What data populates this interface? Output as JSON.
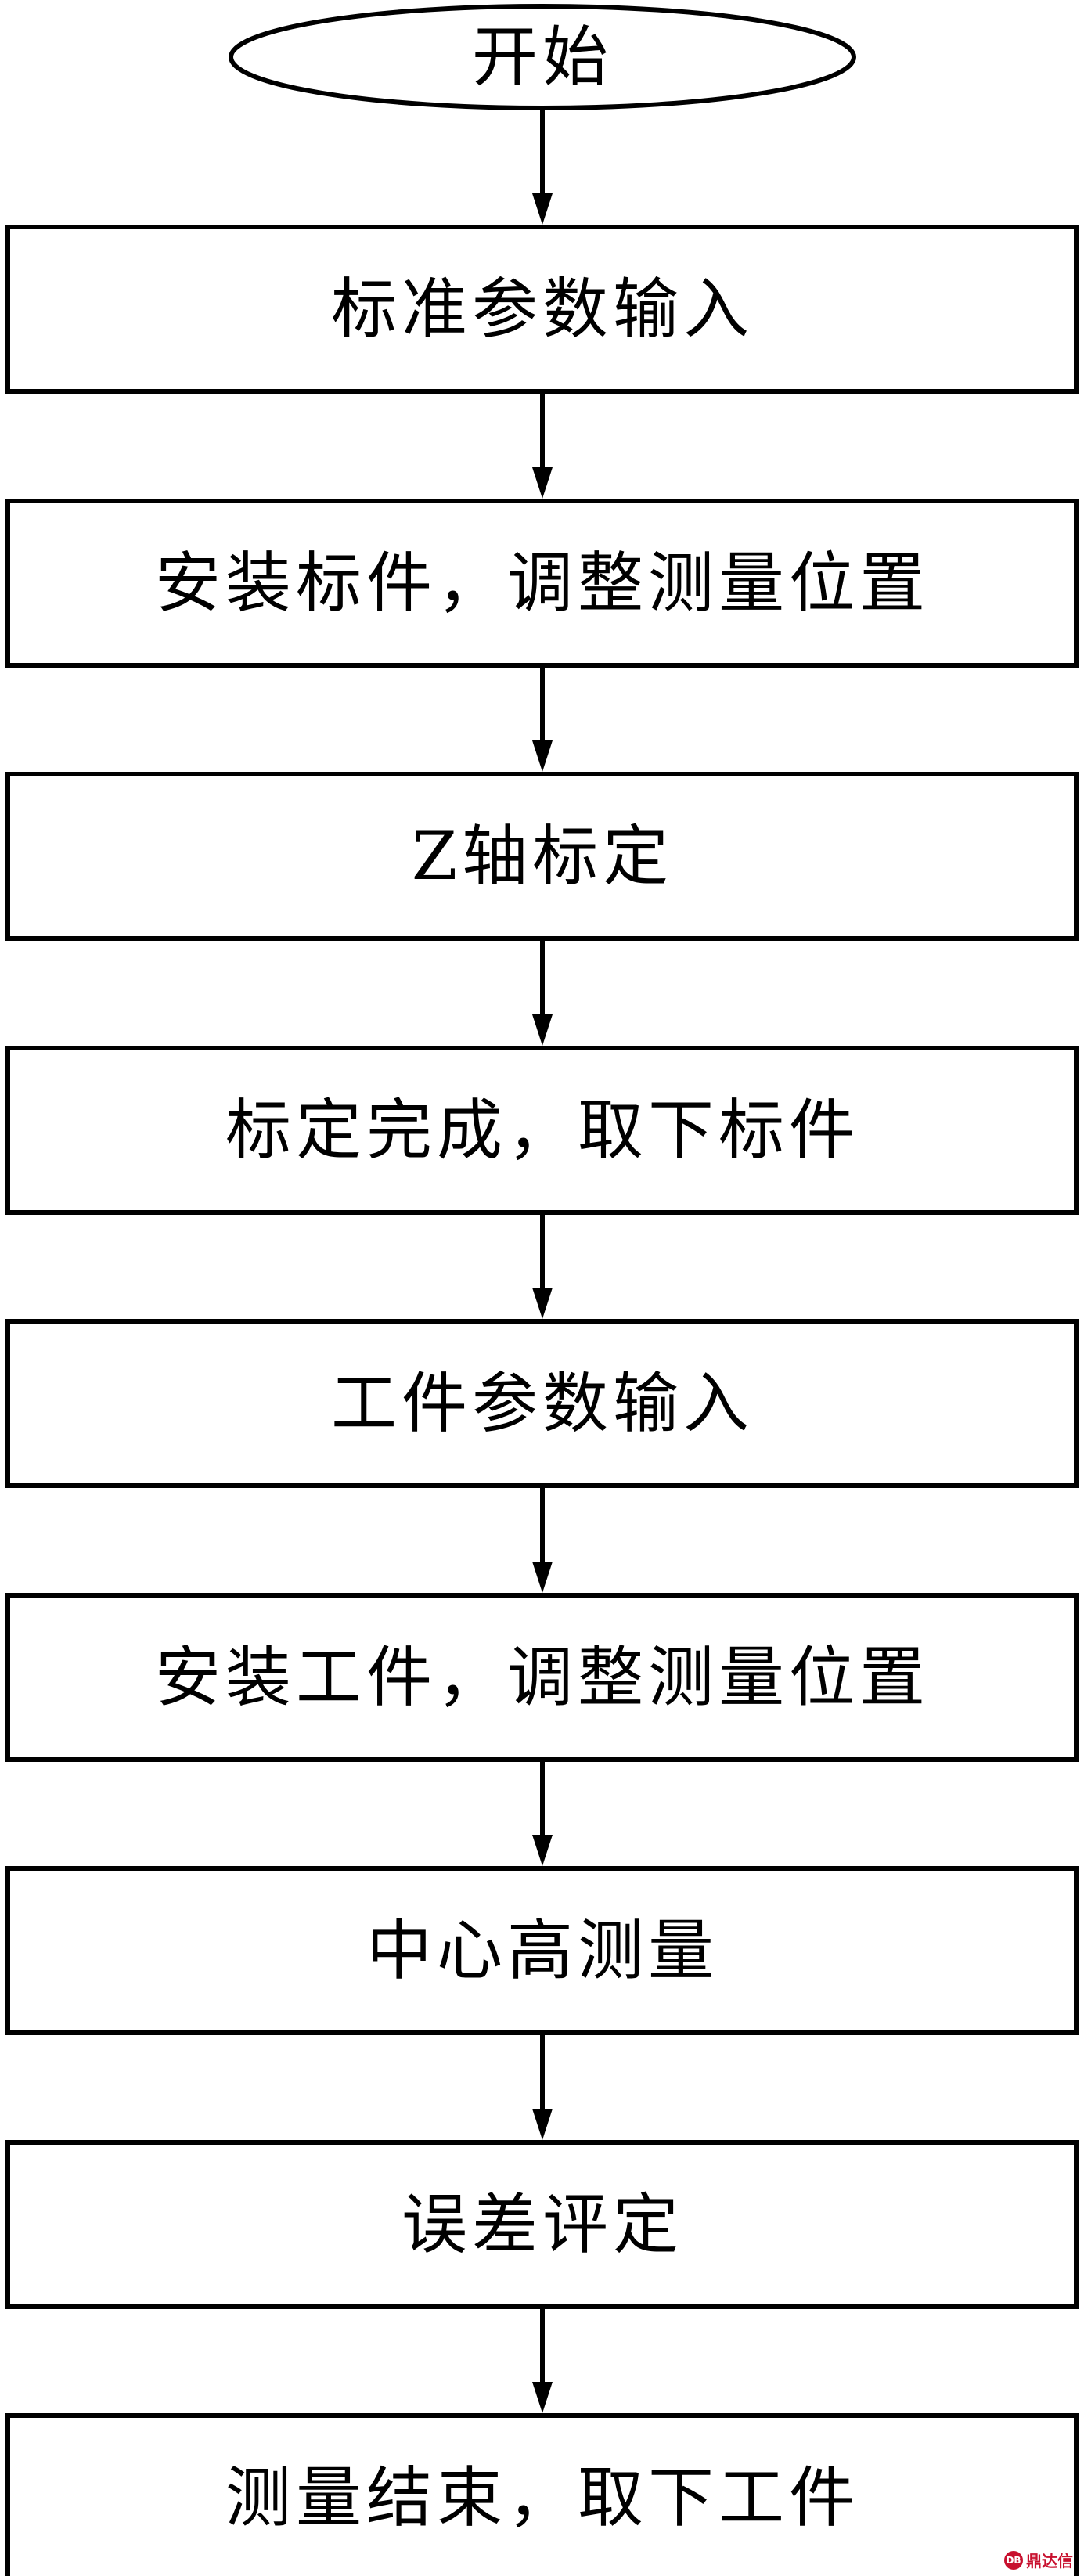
{
  "flowchart": {
    "start": "开始",
    "steps": [
      "标准参数输入",
      "安装标件，调整测量位置",
      "Z轴标定",
      "标定完成，取下标件",
      "工件参数输入",
      "安装工件，调整测量位置",
      "中心高测量",
      "误差评定",
      "测量结束，取下工件"
    ]
  },
  "watermark": {
    "logo_text": "DB",
    "text": "鼎达信"
  },
  "colors": {
    "stroke": "#000000",
    "background": "#ffffff",
    "watermark": "#c8102e"
  }
}
